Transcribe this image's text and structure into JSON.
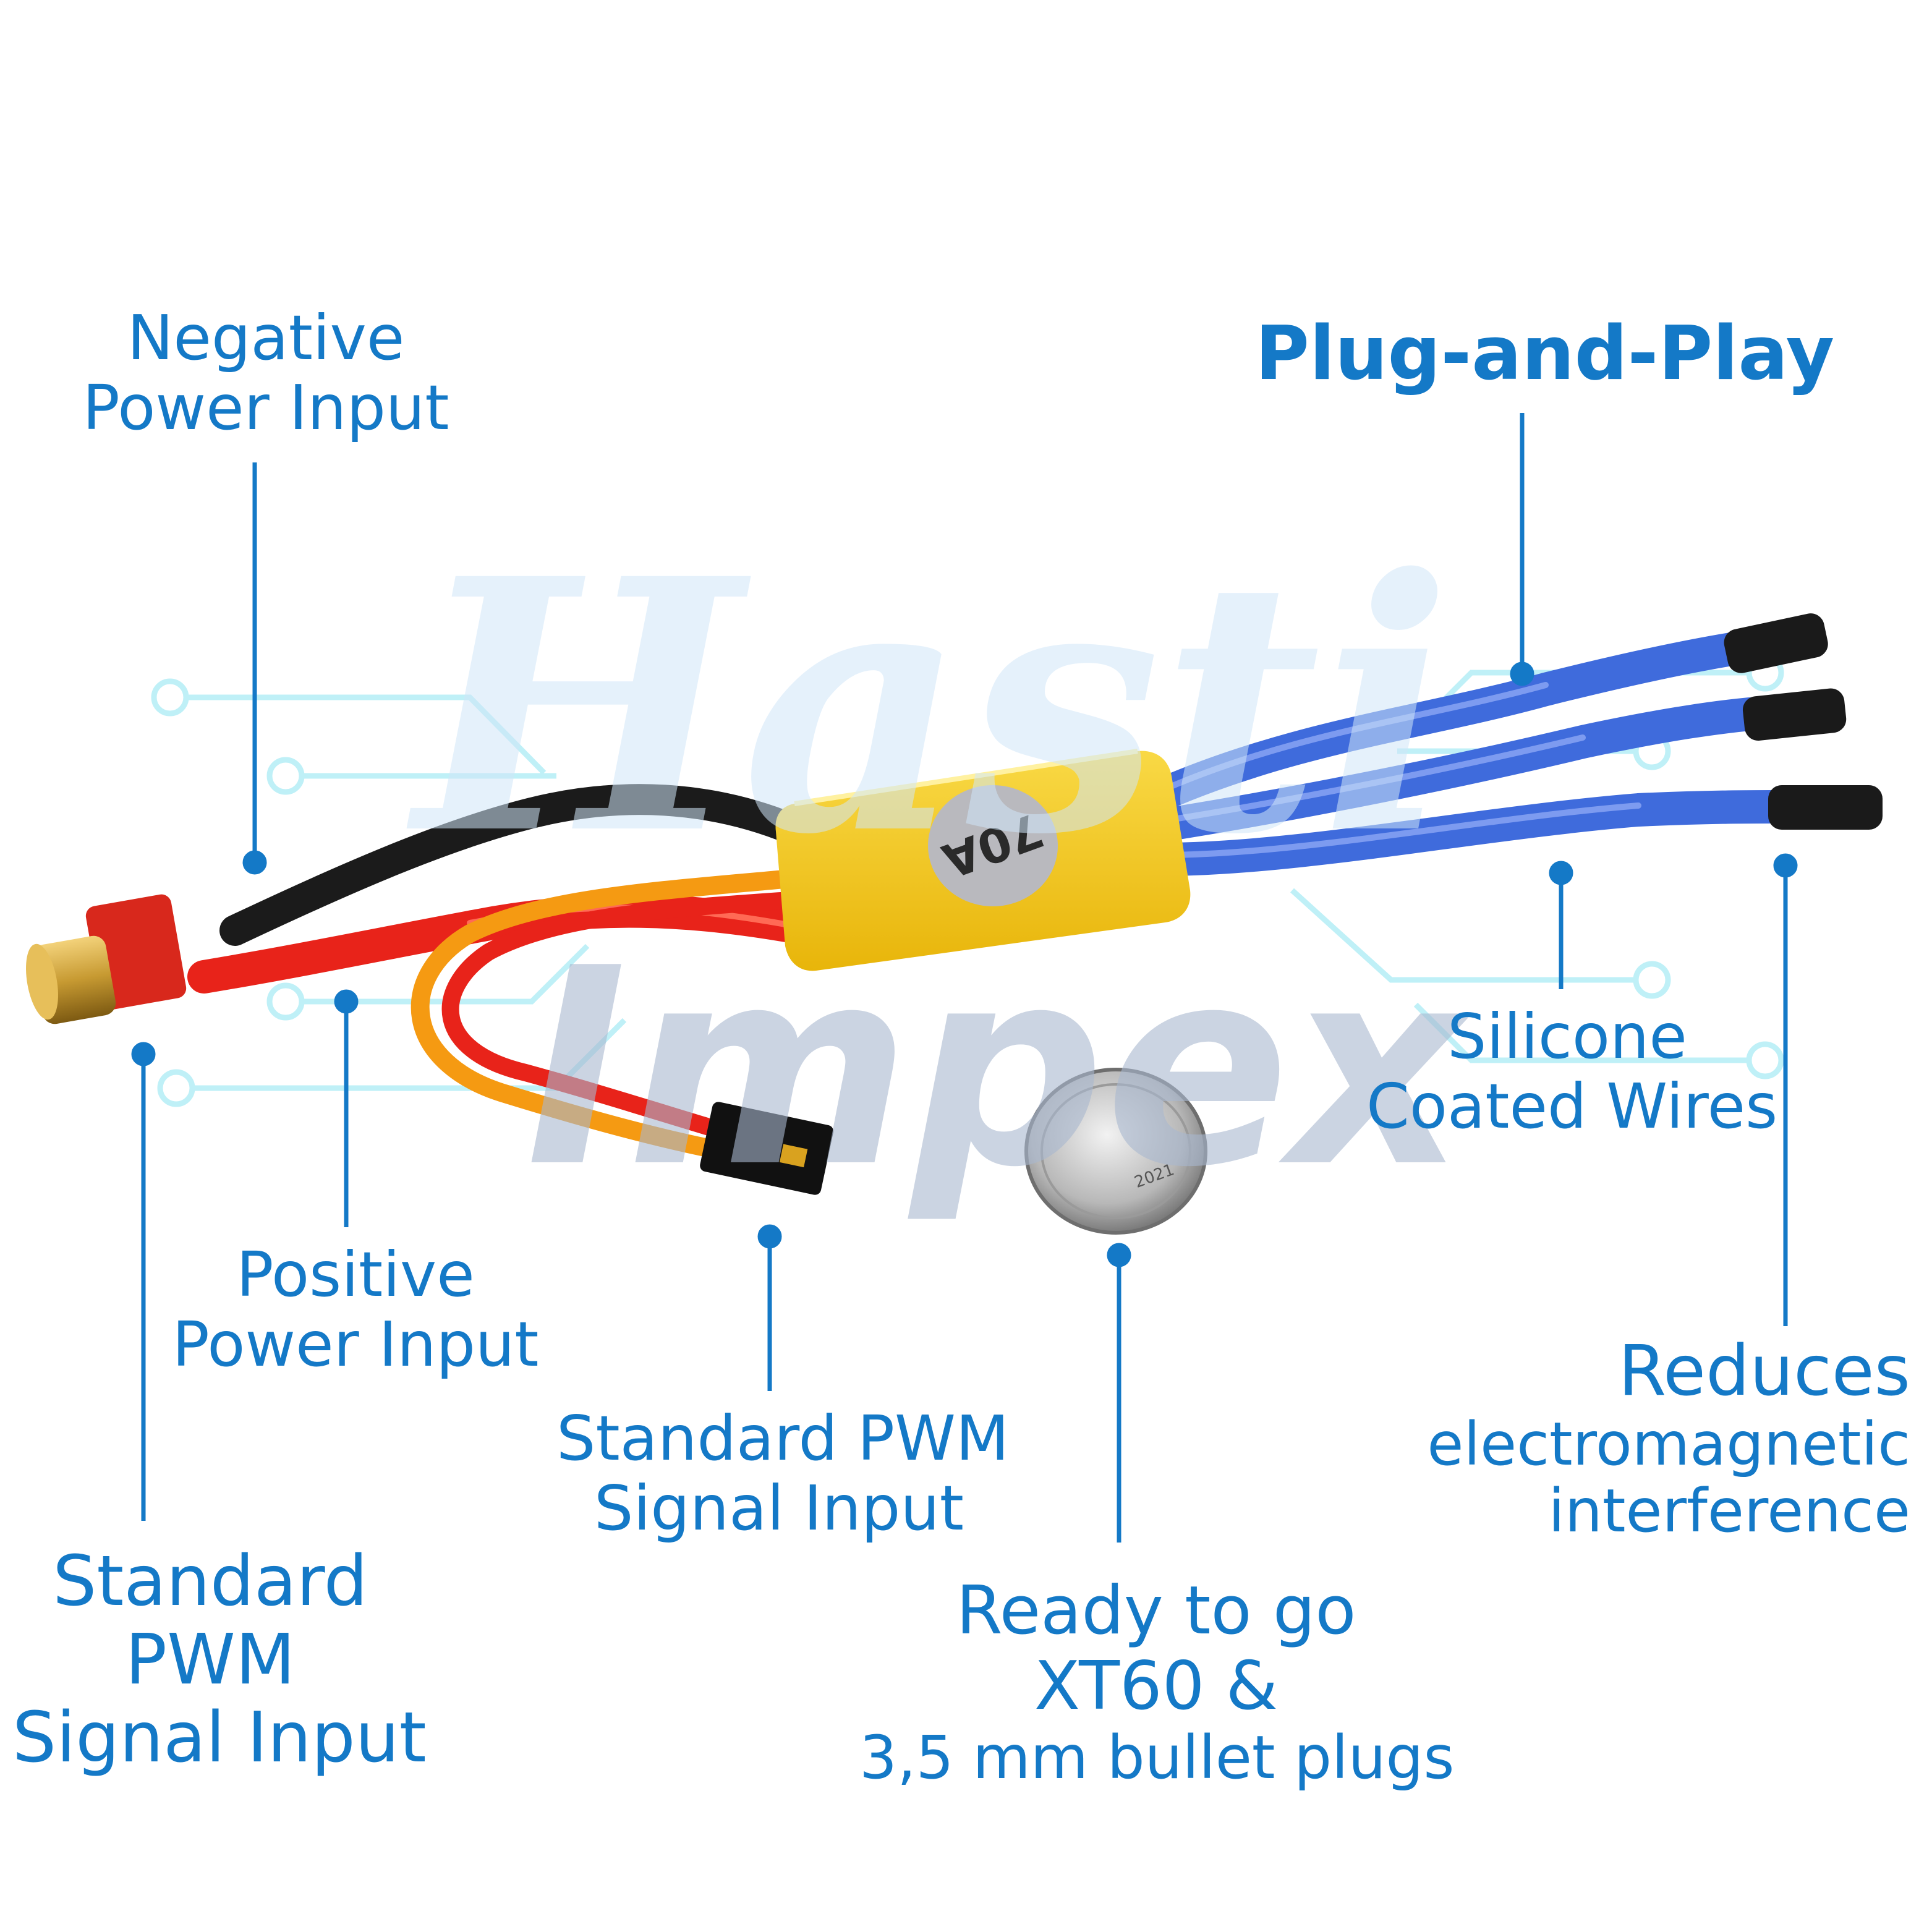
{
  "colors": {
    "callout_text": "#1479c7",
    "leader_line": "#1479c7",
    "esc_body": "#f5c81a",
    "esc_label_disc": "#b9b9be",
    "phase_wires": "#3f6bdc",
    "positive_wire": "#e8231a",
    "negative_wire": "#1b1b1b",
    "signal_wire_orange": "#f59a12",
    "connector_red": "#d8281c",
    "connector_brass": "#c79a32",
    "watermark_light": "#cfe6f7",
    "watermark_dark": "#a9b7cf",
    "circuit_trace": "#bff0f7"
  },
  "product": {
    "esc_label": "70A",
    "coin_text": "2021"
  },
  "watermark": {
    "line1": "Hasti",
    "line2": "Impex"
  },
  "callouts": {
    "negative_power": [
      "Negative",
      "Power Input"
    ],
    "plug_and_play": [
      "Plug-and-Play"
    ],
    "positive_power": [
      "Positive",
      "Power Input"
    ],
    "silicone_wires": [
      "Silicone",
      "Coated Wires"
    ],
    "pwm_signal_left": [
      "Standard",
      "PWM",
      "Signal Input"
    ],
    "pwm_signal_center": [
      "Standard PWM",
      "Signal Input"
    ],
    "ready_to_go": [
      "Ready to go",
      "XT60 &",
      "3,5 mm bullet plugs"
    ],
    "reduces_emi": [
      "Reduces",
      "electromagnetic",
      "interference"
    ]
  }
}
